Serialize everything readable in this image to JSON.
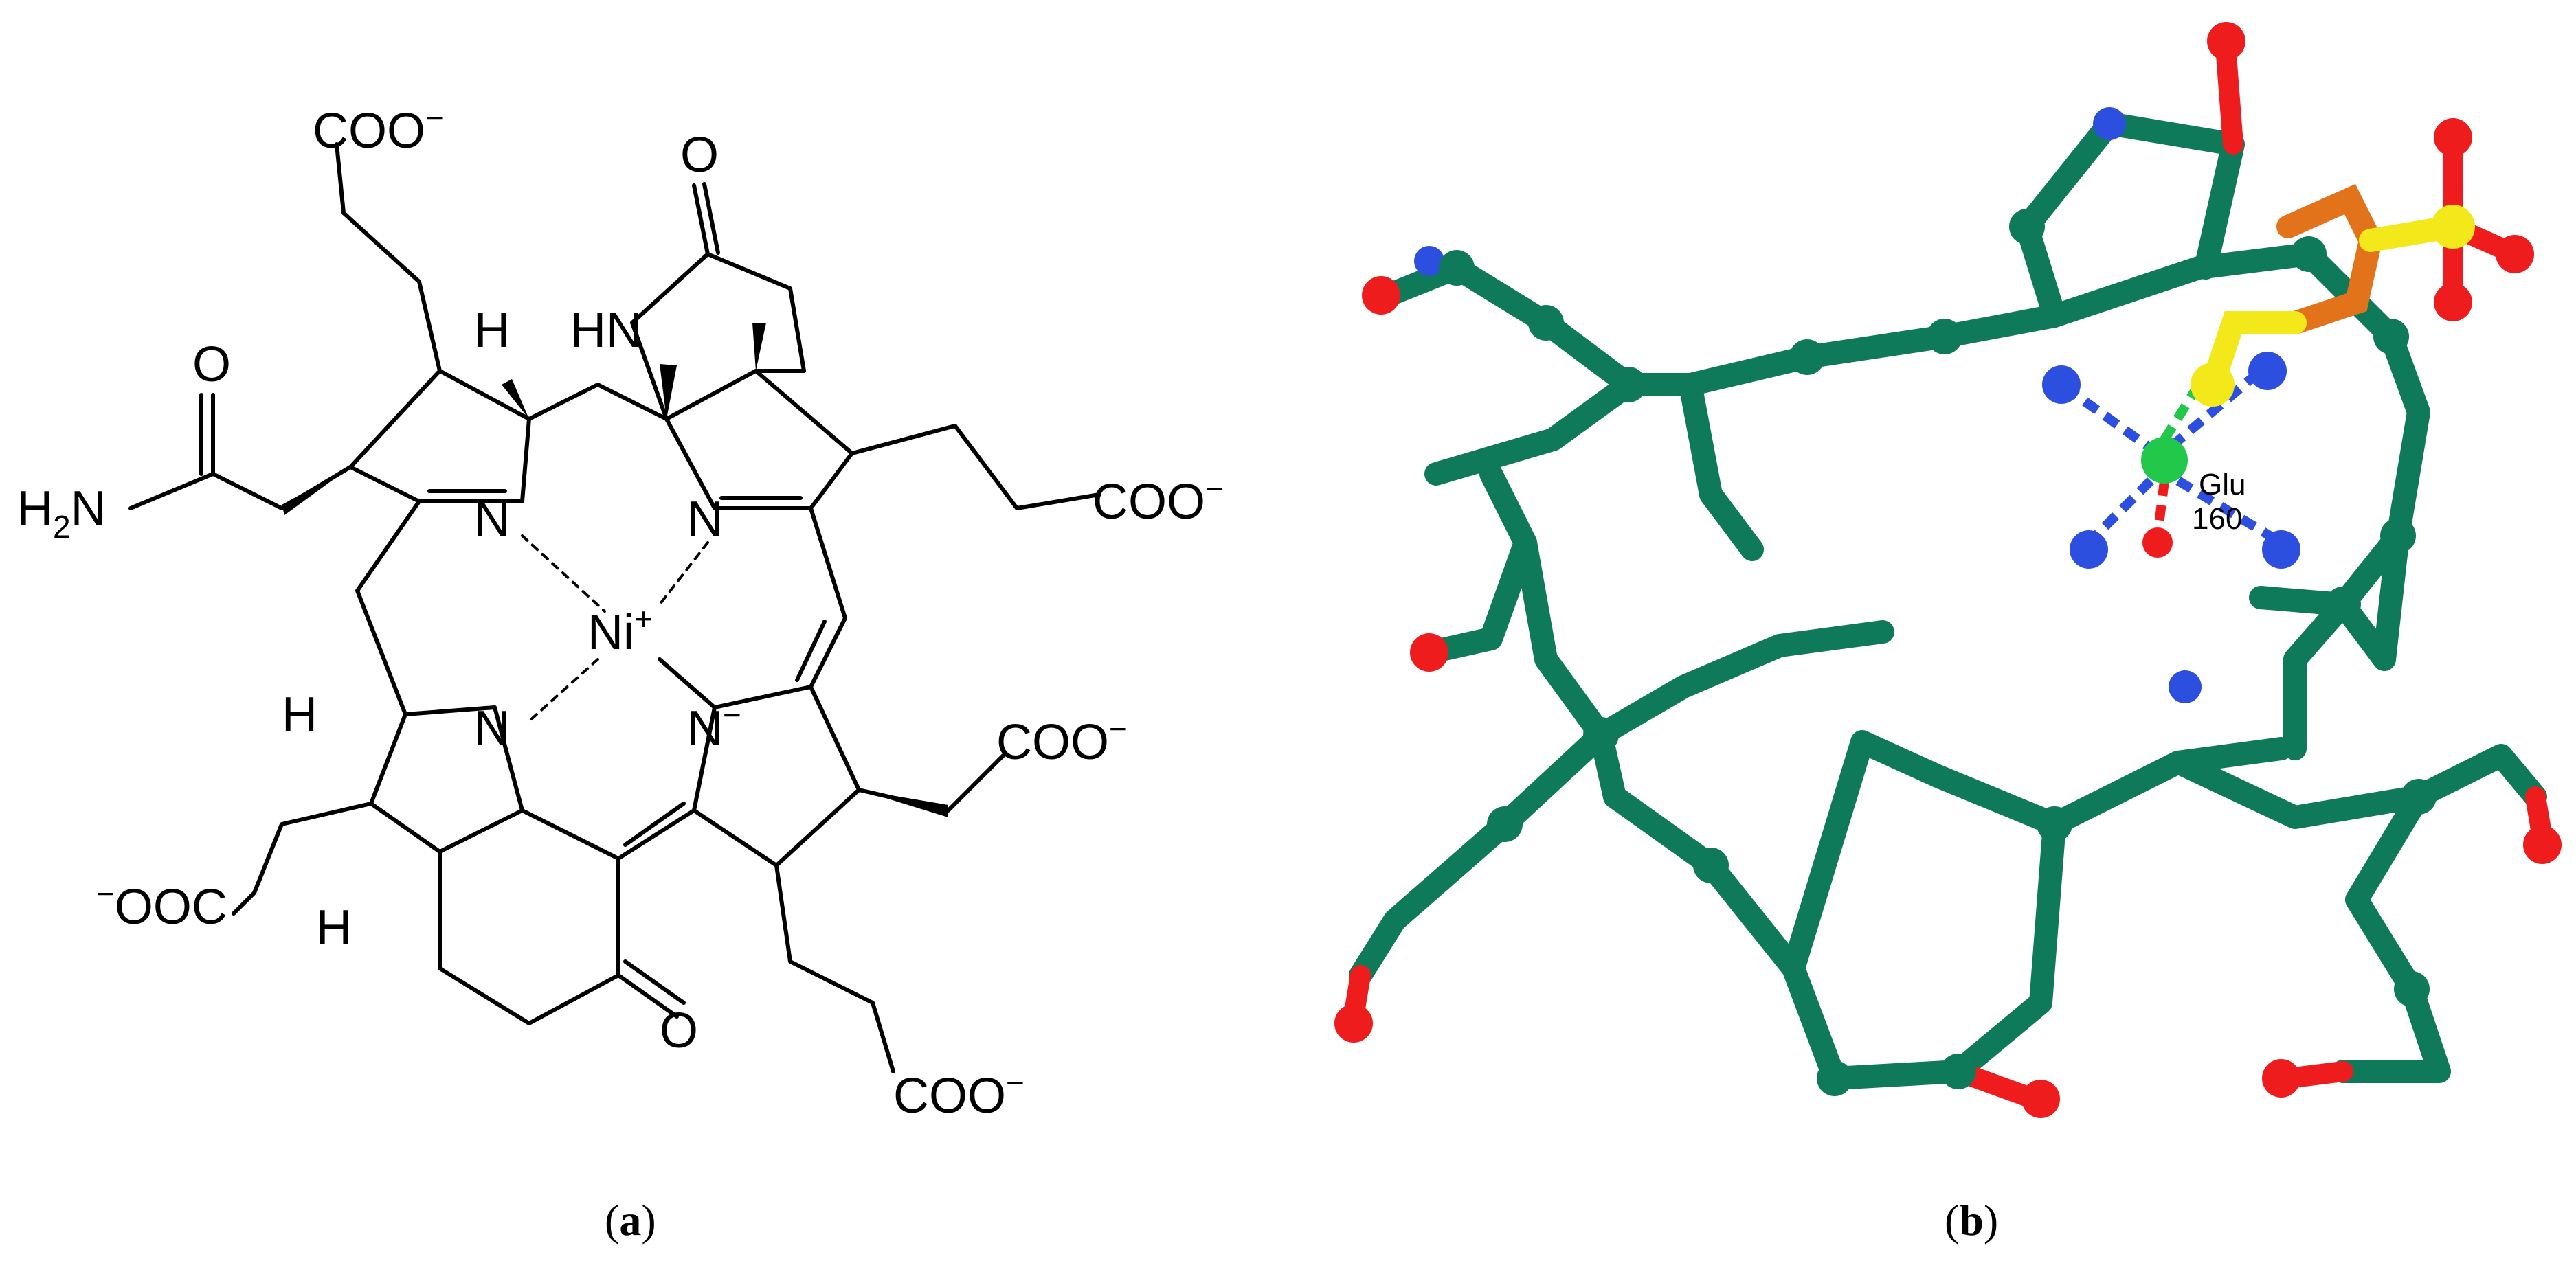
{
  "panel_a": {
    "caption_open": "(",
    "caption_letter": "a",
    "caption_close": ")",
    "labels": {
      "coo_top": "COO",
      "coo_right": "COO",
      "coo_mid_right": "COO",
      "coo_bottom": "COO",
      "ooc_left": "OOC",
      "minus": "−",
      "h2n_h": "H",
      "h2n_2": "2",
      "h2n_n": "N",
      "o_amide": "O",
      "o_lactam": "O",
      "o_ketone": "O",
      "hn": "HN",
      "h_top": "H",
      "h_left_1": "H",
      "h_left_2": "H",
      "n_1": "N",
      "n_2": "N",
      "n_3": "N",
      "n_4": "N",
      "n_charge": "−",
      "ni": "Ni",
      "ni_charge": "+"
    }
  },
  "panel_b": {
    "caption_open": "(",
    "caption_letter": "b",
    "caption_close": ")",
    "residue_name": "Glu",
    "residue_number": "160",
    "colors": {
      "carbon": "#0f7a5a",
      "nitrogen": "#2c4fe0",
      "oxygen": "#ee1c1c",
      "sulfur": "#f2e81a",
      "sulfonate_linker": "#e2731a",
      "nickel": "#22c84a"
    }
  }
}
